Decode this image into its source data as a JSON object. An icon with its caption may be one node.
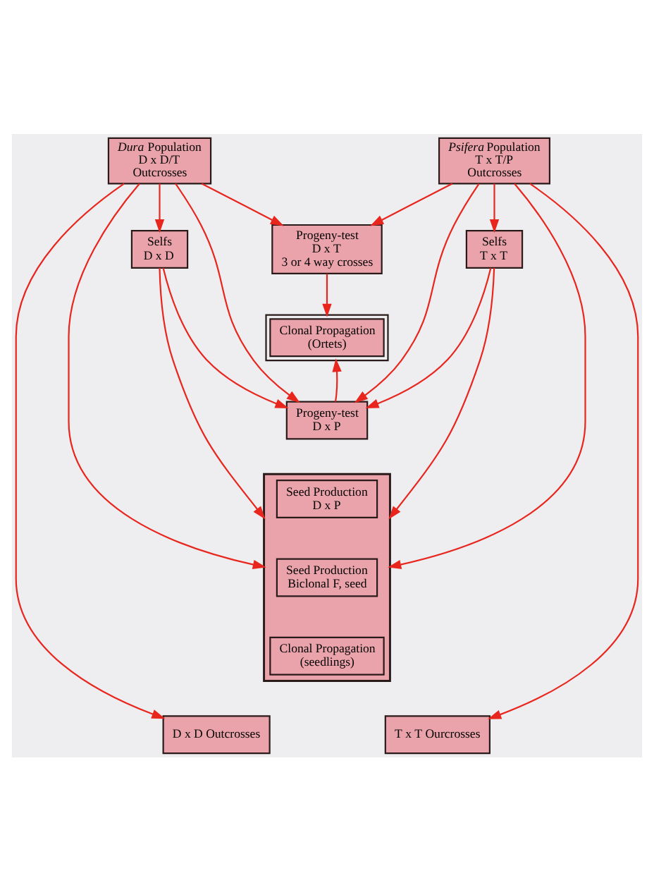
{
  "diagram": {
    "nodes": [
      {
        "text": [
          "*Dura* Population",
          "D x D/T",
          "Outcrosses"
        ]
      },
      {
        "text": [
          "*Psifera* Population",
          "T x T/P",
          "Outcrosses"
        ]
      },
      {
        "text": [
          "Selfs",
          "D x D"
        ]
      },
      {
        "text": [
          "Progeny-test",
          "D x T",
          "3 or 4 way crosses"
        ]
      },
      {
        "text": [
          "Selfs",
          "T x T"
        ]
      },
      {
        "text": [
          "Clonal Propagation (Ortets)"
        ]
      },
      {
        "text": [
          "Progeny-test",
          "D x P"
        ]
      },
      {
        "text": [],
        "shape": "box"
      },
      {
        "text": [
          "Seed Production",
          "D x P"
        ],
        "in": 7
      },
      {
        "text": [
          "Seed Production",
          "Biclonal F, seed"
        ],
        "in": 7
      },
      {
        "text": [
          "Clonal Propagation (seedlings)"
        ],
        "in": 7
      },
      {
        "text": [
          "D x D Outcrosses"
        ]
      },
      {
        "text": [
          "T x T Ourcrosses"
        ]
      }
    ],
    "edges": [
      {
        "from": 0,
        "to": 2,
        "arrow": "to"
      },
      {
        "from": 0,
        "to": 3,
        "arrow": "to"
      },
      {
        "from": 0,
        "to": 6,
        "arrow": "to"
      },
      {
        "from": 0,
        "to": 7,
        "arrow": "to"
      },
      {
        "from": 0,
        "to": 11,
        "arrow": "to"
      },
      {
        "from": 2,
        "to": 6,
        "arrow": "to"
      },
      {
        "from": 2,
        "to": 7,
        "arrow": "to"
      },
      {
        "from": 1,
        "to": 3,
        "arrow": "to"
      },
      {
        "from": 1,
        "to": 4,
        "arrow": "to"
      },
      {
        "from": 1,
        "to": 6,
        "arrow": "to"
      },
      {
        "from": 1,
        "to": 7,
        "arrow": "to"
      },
      {
        "from": 1,
        "to": 12,
        "arrow": "to"
      },
      {
        "from": 4,
        "to": 6,
        "arrow": "to"
      },
      {
        "from": 4,
        "to": 7,
        "arrow": "to"
      },
      {
        "from": 3,
        "to": 5,
        "arrow": "to"
      },
      {
        "from": 6,
        "to": 5,
        "arrow": "to"
      }
    ]
  }
}
